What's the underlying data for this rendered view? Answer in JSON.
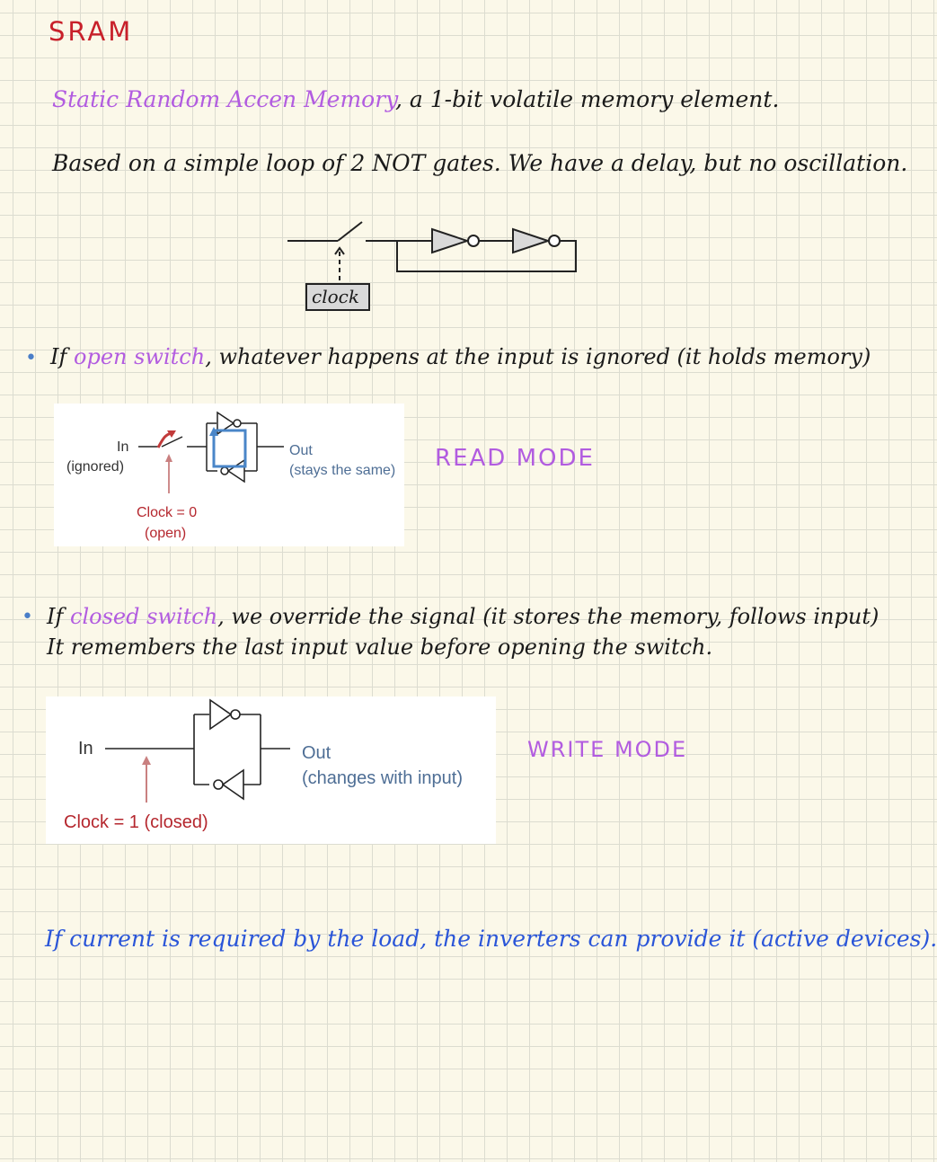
{
  "title": "SRAM",
  "intro": {
    "term": "Static Random Accen Memory",
    "rest": ", a 1-bit volatile memory element."
  },
  "basis": "Based on a simple loop of 2 NOT gates. We have a delay, but no oscillation.",
  "top_diagram": {
    "clock_label": "clock"
  },
  "bullet_open": {
    "bullet": "•",
    "prefix": "If",
    "term": "open switch",
    "rest": ", whatever happens at the input is ignored (it holds memory)"
  },
  "read_diagram": {
    "in_label": "In",
    "in_sub": "(ignored)",
    "out_label": "Out",
    "out_sub": "(stays the same)",
    "clock_label": "Clock = 0",
    "clock_sub": "(open)"
  },
  "read_mode": "READ MODE",
  "bullet_closed": {
    "bullet": "•",
    "prefix": "If",
    "term": "closed switch",
    "rest": ", we override the signal (it stores the memory, follows input)",
    "line2": "It remembers the last input value before opening the switch."
  },
  "write_diagram": {
    "in_label": "In",
    "out_label": "Out",
    "out_sub": "(changes with input)",
    "clock_label": "Clock = 1 (closed)"
  },
  "write_mode": "WRITE MODE",
  "footer_note": "If current is required by the load, the inverters can provide it (active devices).",
  "colors": {
    "title_red": "#c8202a",
    "term_purple": "#b25ce0",
    "note_blue": "#2a55d8",
    "diagram_red": "#b5272e",
    "diagram_blue": "#4e6e95",
    "loop_blue": "#4a86c8"
  }
}
